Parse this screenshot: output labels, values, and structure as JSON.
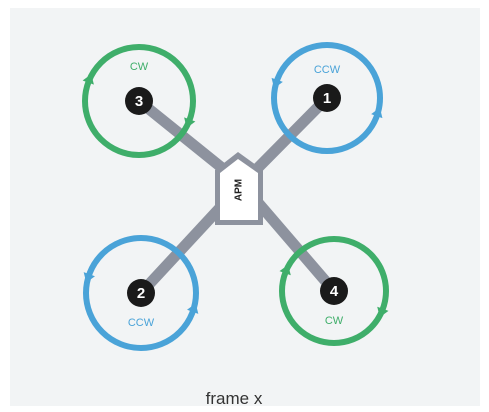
{
  "caption": "frame x",
  "controller_label": "APM",
  "motors": [
    {
      "id": "front-right",
      "number": "1",
      "direction": "CCW",
      "color": "#4aa3d8"
    },
    {
      "id": "rear-left",
      "number": "2",
      "direction": "CCW",
      "color": "#4aa3d8"
    },
    {
      "id": "front-left",
      "number": "3",
      "direction": "CW",
      "color": "#3fae6a"
    },
    {
      "id": "rear-right",
      "number": "4",
      "direction": "CW",
      "color": "#3fae6a"
    }
  ],
  "colors": {
    "background_panel": "#f2f4f5",
    "arm": "#8d929e",
    "hub": "#1a1a1a",
    "ccw": "#4aa3d8",
    "cw": "#3fae6a"
  }
}
